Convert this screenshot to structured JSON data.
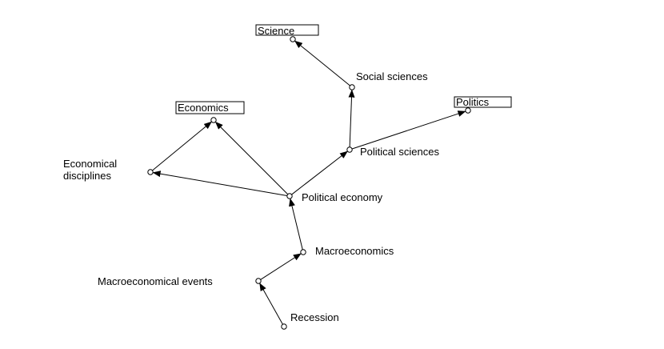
{
  "diagram": {
    "type": "concept-graph",
    "nodes": [
      {
        "id": "science",
        "label": "Science",
        "boxed": true
      },
      {
        "id": "social_sciences",
        "label": "Social sciences",
        "boxed": false
      },
      {
        "id": "politics",
        "label": "Politics",
        "boxed": true
      },
      {
        "id": "economics",
        "label": "Economics",
        "boxed": true
      },
      {
        "id": "political_sciences",
        "label": "Political sciences",
        "boxed": false
      },
      {
        "id": "economical_disciplines",
        "label": "Economical\ndisciplines",
        "boxed": false
      },
      {
        "id": "political_economy",
        "label": "Political economy",
        "boxed": false
      },
      {
        "id": "macroeconomics",
        "label": "Macroeconomics",
        "boxed": false
      },
      {
        "id": "macroeconomical_events",
        "label": "Macroeconomical events",
        "boxed": false
      },
      {
        "id": "recession",
        "label": "Recession",
        "boxed": false
      }
    ],
    "edges": [
      {
        "from": "recession",
        "to": "macroeconomical_events"
      },
      {
        "from": "macroeconomical_events",
        "to": "macroeconomics"
      },
      {
        "from": "macroeconomics",
        "to": "political_economy"
      },
      {
        "from": "political_economy",
        "to": "economical_disciplines"
      },
      {
        "from": "political_economy",
        "to": "economics"
      },
      {
        "from": "economical_disciplines",
        "to": "economics"
      },
      {
        "from": "political_economy",
        "to": "political_sciences"
      },
      {
        "from": "political_sciences",
        "to": "social_sciences"
      },
      {
        "from": "political_sciences",
        "to": "politics"
      },
      {
        "from": "social_sciences",
        "to": "science"
      }
    ]
  },
  "colors": {
    "line": "#000000",
    "node_fill": "#ffffff",
    "background": "#ffffff"
  }
}
